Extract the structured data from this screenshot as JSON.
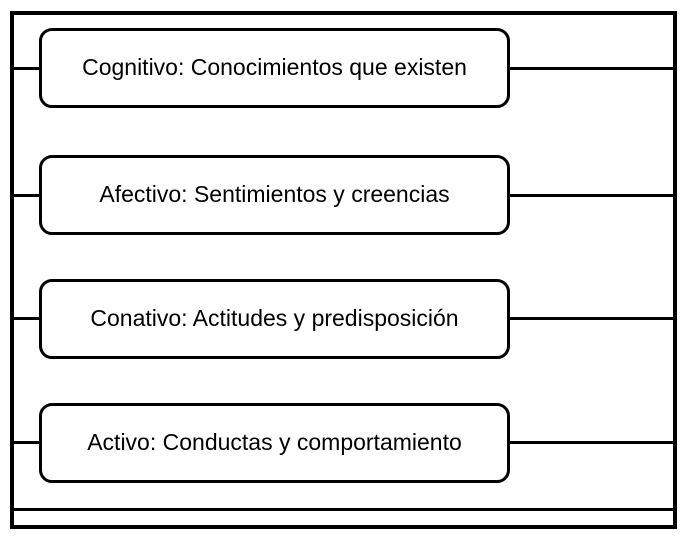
{
  "diagram": {
    "colors": {
      "background": "#ffffff",
      "line": "#000000",
      "box_fill": "#ffffff",
      "text": "#000000"
    },
    "boxes": [
      {
        "label": "Cognitivo: Conocimientos que existen"
      },
      {
        "label": "Afectivo: Sentimientos y creencias"
      },
      {
        "label": "Conativo: Actitudes y predisposición"
      },
      {
        "label": "Activo: Conductas y comportamiento"
      }
    ]
  }
}
